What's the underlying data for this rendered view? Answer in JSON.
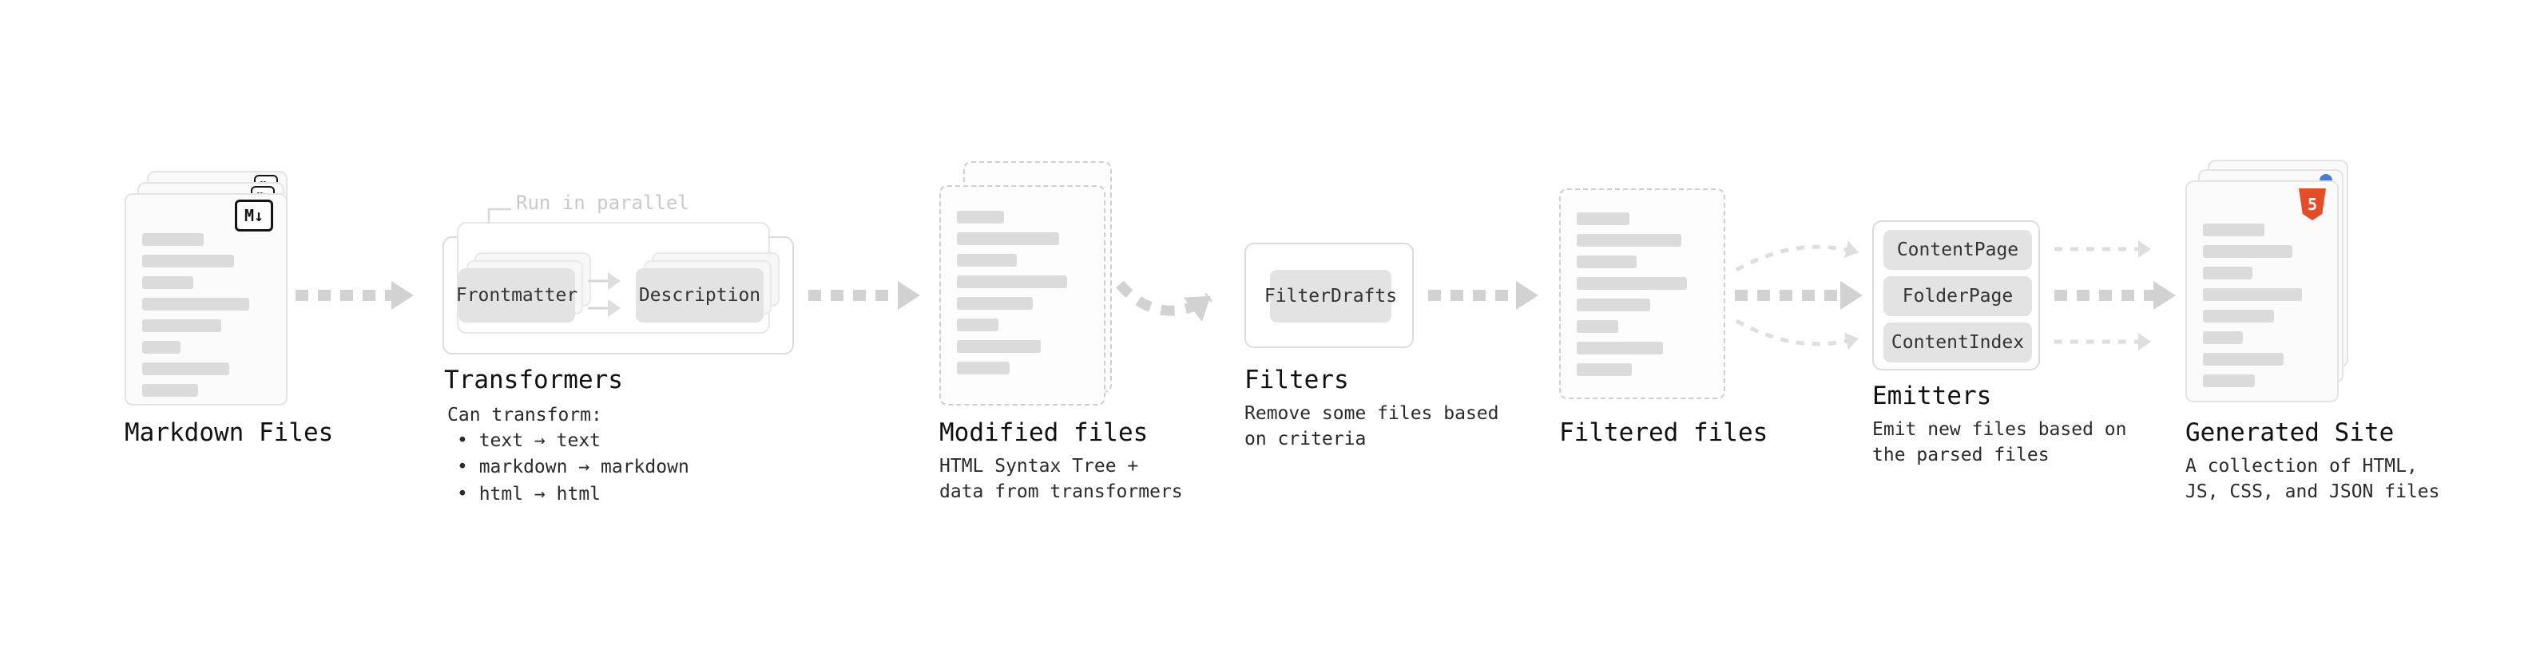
{
  "stages": {
    "markdown_files": {
      "label": "Markdown Files",
      "badge": "M↓"
    },
    "transformers": {
      "label": "Transformers",
      "annotation": "Run in parallel",
      "button_a": "Frontmatter",
      "button_b": "Description",
      "desc_title": "Can transform:",
      "bullets": [
        "• text → text",
        "• markdown → markdown",
        "• html → html"
      ]
    },
    "modified_files": {
      "label": "Modified files",
      "desc": "HTML Syntax Tree +\ndata from transformers"
    },
    "filters": {
      "label": "Filters",
      "button": "FilterDrafts",
      "desc": "Remove some files based\non criteria"
    },
    "filtered_files": {
      "label": "Filtered files"
    },
    "emitters": {
      "label": "Emitters",
      "buttons": [
        "ContentPage",
        "FolderPage",
        "ContentIndex"
      ],
      "desc": "Emit new files based on\nthe parsed files"
    },
    "generated_site": {
      "label": "Generated Site",
      "badge": "5",
      "desc": "A collection of HTML,\nJS, CSS, and JSON files"
    }
  },
  "colors": {
    "arrow": "#d2d2d2",
    "card_border": "#e4e4e4",
    "html5_accent": "#e44d26",
    "browser_dot": "#4a7bd4",
    "annotation_gray": "#c9c9c9"
  }
}
